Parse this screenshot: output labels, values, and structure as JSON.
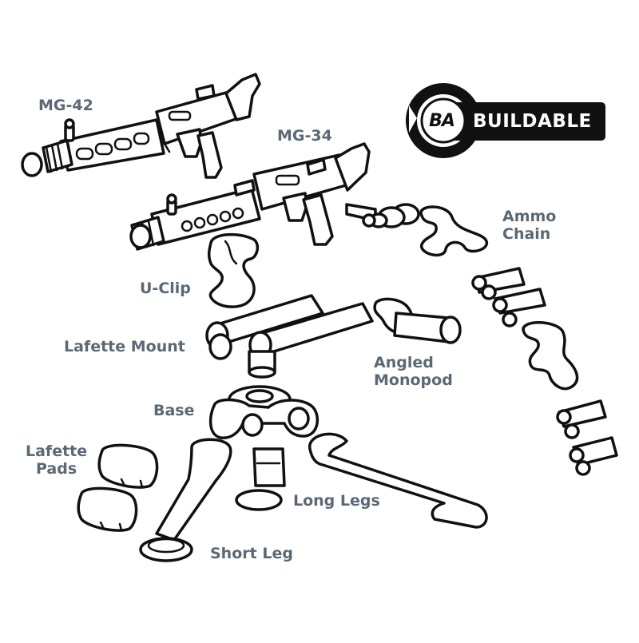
{
  "colors": {
    "label": "#5b6875",
    "outline": "#111111",
    "logo_bg": "#111111",
    "logo_fg": "#ffffff"
  },
  "logo": {
    "mark": "BA",
    "word": "BUILDABLE"
  },
  "labels": {
    "mg42": "MG-42",
    "mg34": "MG-34",
    "ammo_chain_line1": "Ammo",
    "ammo_chain_line2": "Chain",
    "u_clip": "U-Clip",
    "lafette_mount": "Lafette Mount",
    "angled_monopod_line1": "Angled",
    "angled_monopod_line2": "Monopod",
    "base": "Base",
    "lafette_pads_line1": "Lafette",
    "lafette_pads_line2": "Pads",
    "long_legs": "Long Legs",
    "short_leg": "Short Leg"
  }
}
